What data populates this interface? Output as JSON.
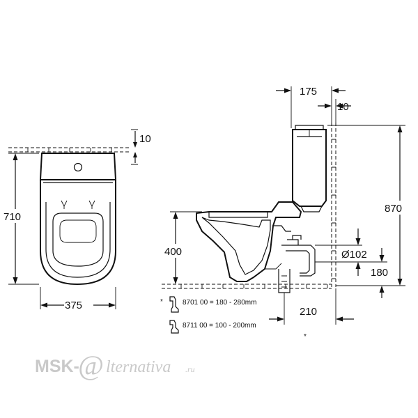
{
  "dimensions": {
    "top_view": {
      "depth": "710",
      "width": "375",
      "wall_offset": "10"
    },
    "side_view": {
      "top_width": "175",
      "top_offset": "10",
      "total_height": "870",
      "seat_height": "400",
      "pipe_diameter": "Ø102",
      "outlet_height": "180",
      "outlet_distance": "210"
    }
  },
  "notes": [
    {
      "marker": "*",
      "text": "8701 00 = 180 - 280mm"
    },
    {
      "marker": "",
      "text": "8711 00 = 100 - 200mm"
    }
  ],
  "footnote_marker": "*",
  "watermark": {
    "left": "MSK-",
    "at": "@",
    "right": "lternativa",
    "suffix": ".ru"
  }
}
